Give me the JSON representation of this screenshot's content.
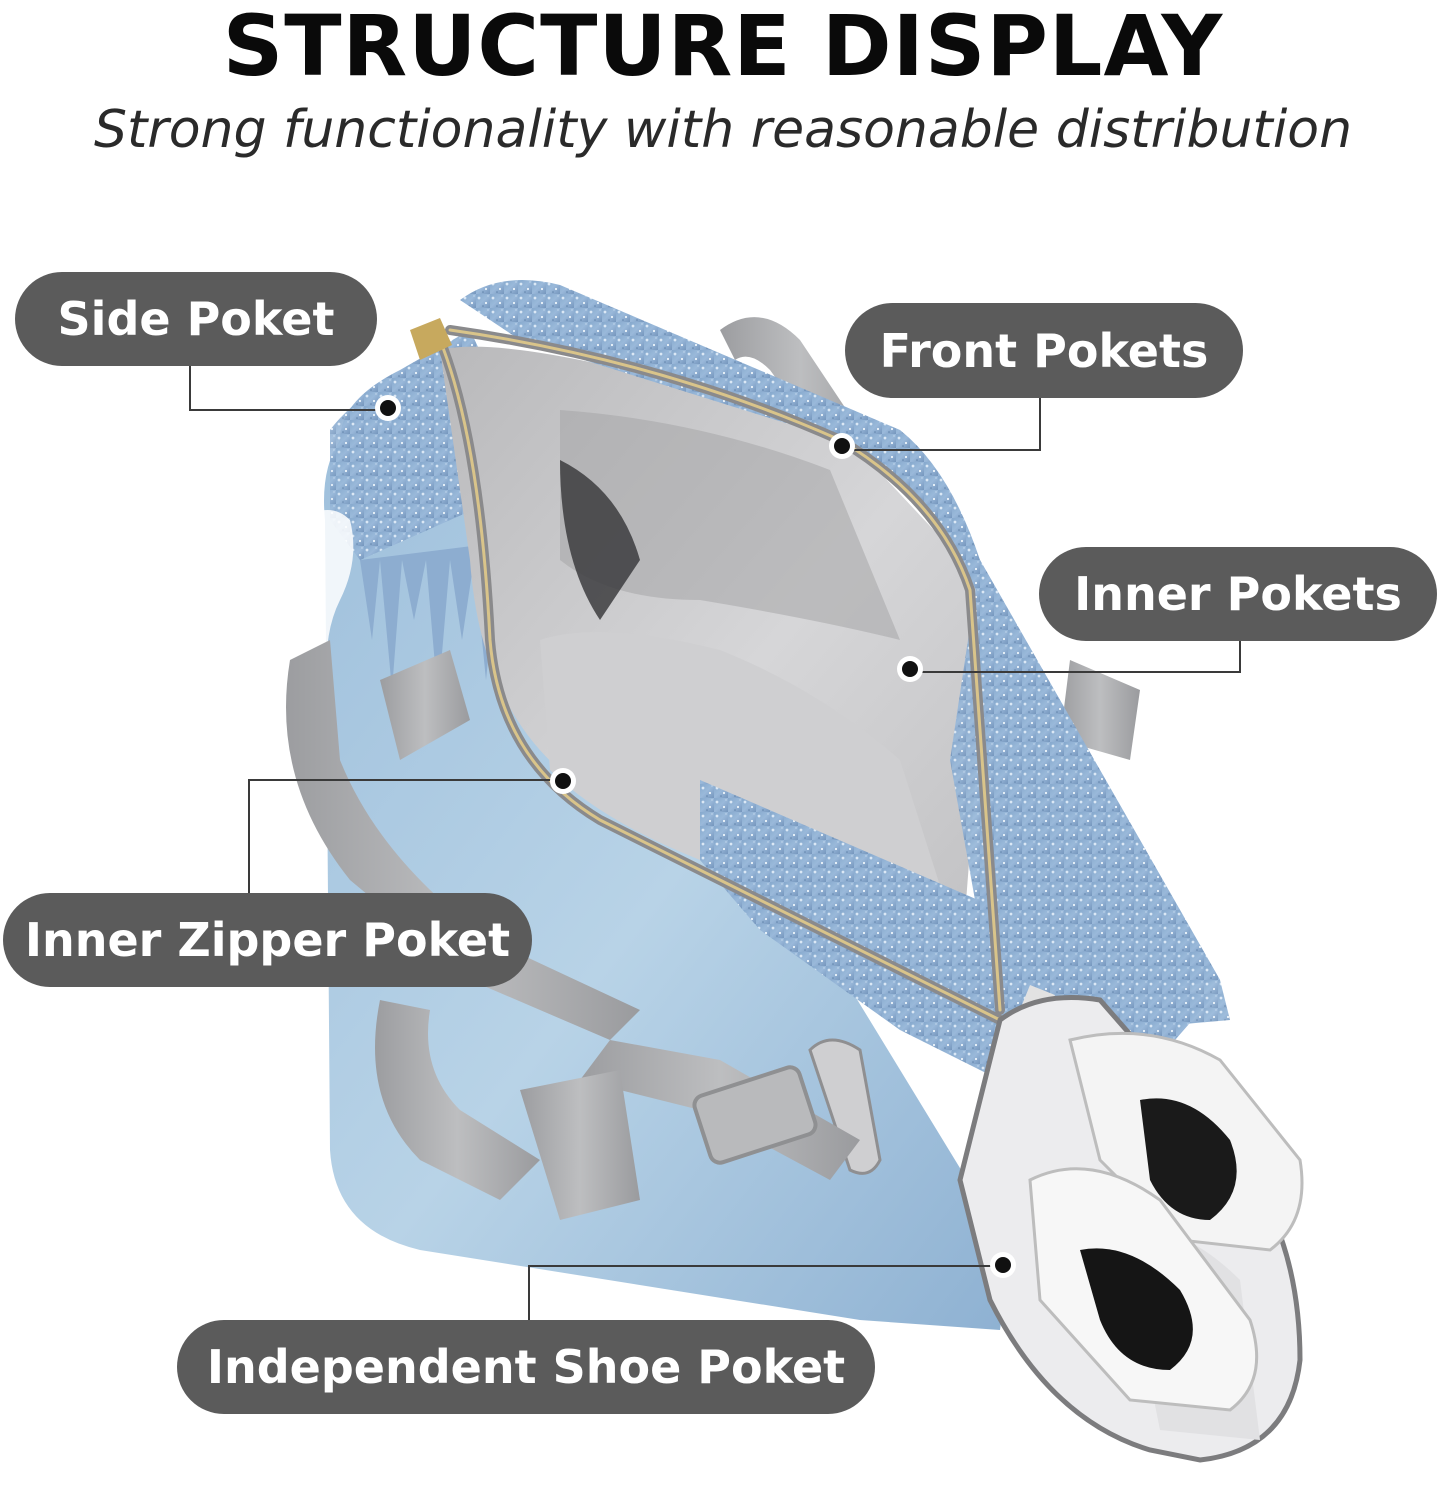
{
  "header": {
    "title": "STRUCTURE DISPLAY",
    "subtitle": "Strong functionality with reasonable distribution"
  },
  "callouts": {
    "side_pocket": "Side Poket",
    "front_pockets": "Front Pokets",
    "inner_pockets": "Inner Pokets",
    "inner_zipper_pocket": "Inner Zipper Poket",
    "shoe_pocket": "Independent Shoe Poket"
  },
  "colors": {
    "label_pill": "#5b5b5b",
    "label_text": "#ffffff",
    "glitter_blue": "#7fa3c9",
    "light_blue": "#b9d3e6",
    "lining_grey": "#c9c9cb",
    "strap_grey": "#a9aaac",
    "leader_line": "#3a3a3a"
  }
}
